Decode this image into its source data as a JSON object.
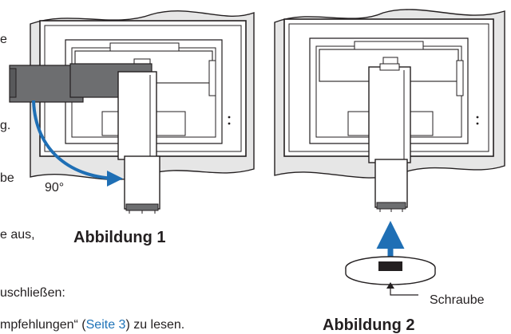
{
  "body_text": {
    "line1_fragment": "e",
    "line2_fragment": "g.",
    "line3_fragment": "be",
    "line4_fragment": "e aus,",
    "line5_fragment": "uschließen:",
    "line6_before_link": "mpfehlungen“ (",
    "line6_link": "Seite 3",
    "line6_after_link": ") zu lesen."
  },
  "figure1": {
    "angle_label": "90°",
    "caption": "Abbildung 1"
  },
  "figure2": {
    "screw_label": "Schraube",
    "caption": "Abbildung 2"
  },
  "colors": {
    "ink": "#231f20",
    "arrow_blue": "#1f6fb5",
    "link_blue": "#1e73b8",
    "cloth_gray": "#e6e6e6",
    "stand_dark": "#6d6e70"
  }
}
